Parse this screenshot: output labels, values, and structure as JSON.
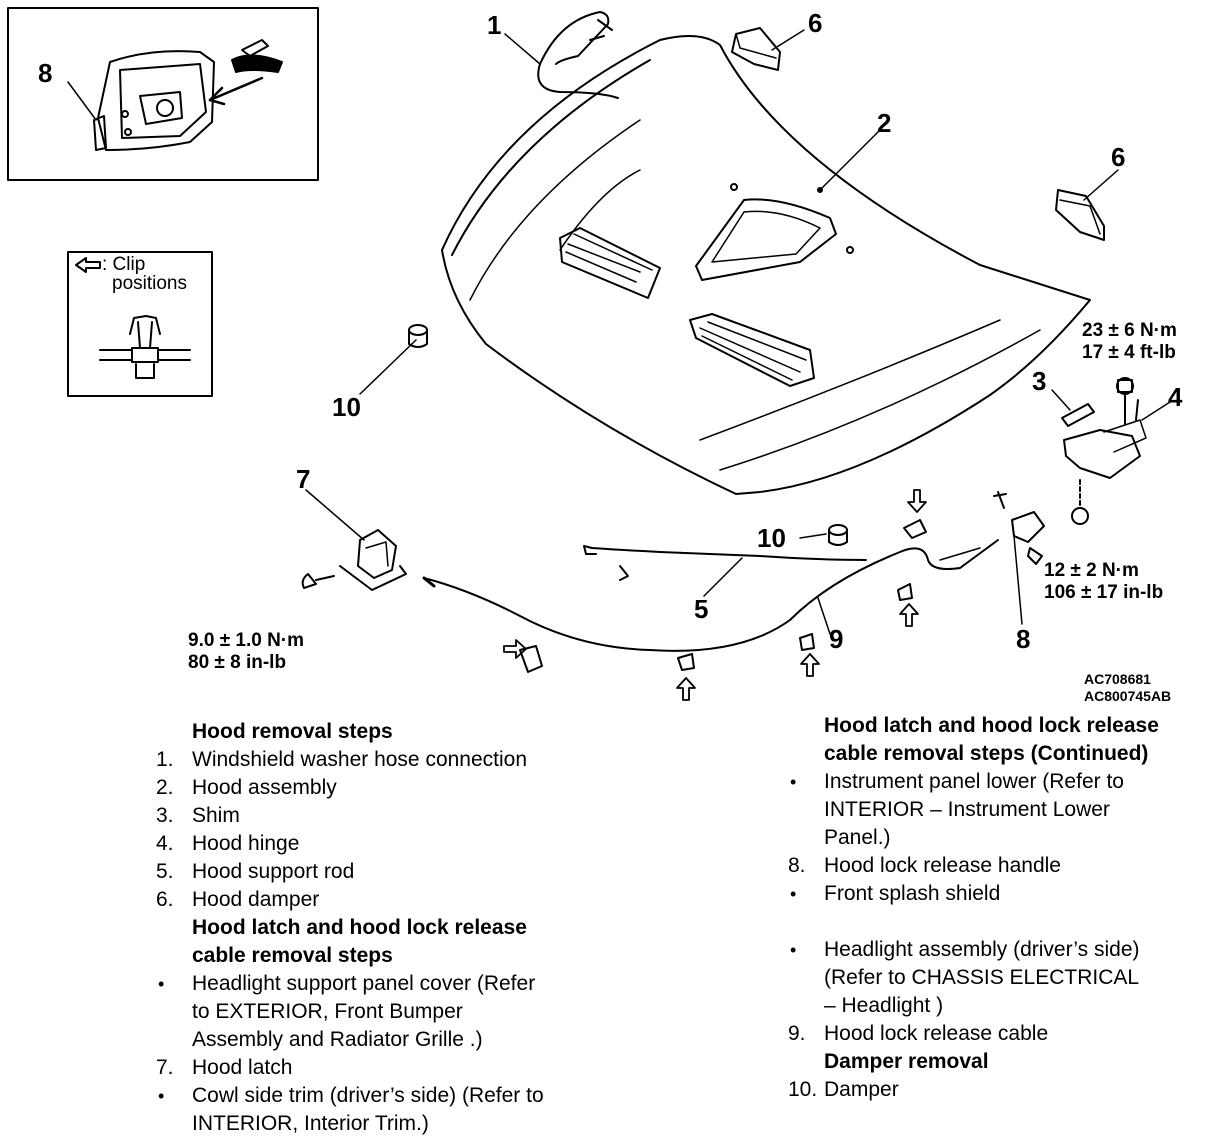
{
  "diagram": {
    "callouts": {
      "c1": "1",
      "c2": "2",
      "c3": "3",
      "c4": "4",
      "c5": "5",
      "c6a": "6",
      "c6b": "6",
      "c7": "7",
      "c8a": "8",
      "c8b": "8",
      "c9": "9",
      "c10a": "10",
      "c10b": "10"
    },
    "torque": {
      "hinge_top_1": "23 ± 6 N·m",
      "hinge_top_2": "17 ± 4 ft-lb",
      "hinge_bottom_1": "12 ± 2 N·m",
      "hinge_bottom_2": "106 ± 17 in-lb",
      "latch_1": "9.0 ± 1.0 N·m",
      "latch_2": "80 ± 8 in-lb"
    },
    "legend": {
      "line1": ": Clip",
      "line2": "positions"
    },
    "codes": {
      "code1": "AC708681",
      "code2": "AC800745AB"
    }
  },
  "steps_left": {
    "heading": "Hood removal steps",
    "items": [
      {
        "marker": "1.",
        "text": "Windshield washer hose connection"
      },
      {
        "marker": "2.",
        "text": "Hood assembly"
      },
      {
        "marker": "3.",
        "text": "Shim"
      },
      {
        "marker": "4.",
        "text": "Hood hinge"
      },
      {
        "marker": "5.",
        "text": "Hood support rod"
      },
      {
        "marker": "6.",
        "text": "Hood damper"
      }
    ],
    "heading2_line1": "Hood latch and hood lock release",
    "heading2_line2": "cable removal steps",
    "items2": [
      {
        "marker": "•",
        "lines": [
          "Headlight support panel cover (Refer",
          "to EXTERIOR, Front Bumper",
          "Assembly and Radiator Grille .)"
        ]
      },
      {
        "marker": "7.",
        "lines": [
          "Hood latch"
        ]
      },
      {
        "marker": "•",
        "lines": [
          "Cowl side trim (driver’s side) (Refer to",
          "INTERIOR, Interior Trim.)"
        ]
      }
    ]
  },
  "steps_right": {
    "heading_line1": "Hood latch and hood lock release",
    "heading_line2": "cable removal steps (Continued)",
    "items": [
      {
        "marker": "•",
        "lines": [
          "Instrument panel lower (Refer to",
          "INTERIOR – Instrument Lower",
          "Panel.)"
        ]
      },
      {
        "marker": "8.",
        "lines": [
          "Hood lock release handle"
        ]
      },
      {
        "marker": "•",
        "lines": [
          "Front splash shield"
        ]
      }
    ],
    "items_b": [
      {
        "marker": "•",
        "lines": [
          "Headlight assembly (driver’s side)",
          "(Refer to CHASSIS ELECTRICAL",
          "– Headlight )"
        ]
      },
      {
        "marker": "9.",
        "lines": [
          "Hood lock release cable"
        ]
      }
    ],
    "heading2": "Damper removal",
    "items2": [
      {
        "marker": "10.",
        "lines": [
          "Damper"
        ]
      }
    ]
  }
}
